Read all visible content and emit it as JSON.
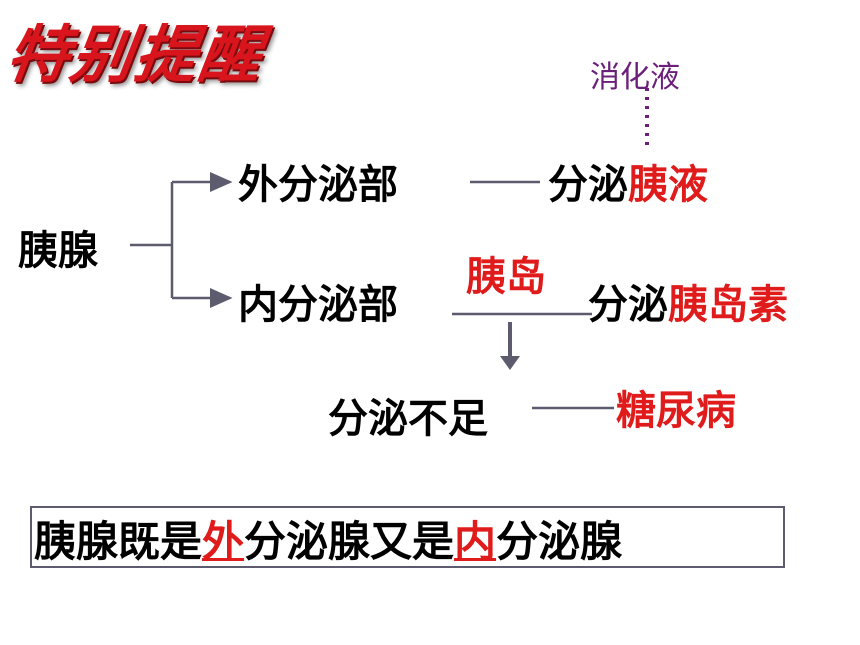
{
  "title": "特别提醒",
  "pancreas": "胰腺",
  "exocrine": {
    "part": "外分泌部",
    "secretes_prefix": "分泌",
    "secretes_product": "胰液",
    "note": "消化液"
  },
  "endocrine": {
    "part": "内分泌部",
    "islet": "胰岛",
    "secretes_prefix": "分泌",
    "secretes_product": "胰岛素",
    "deficiency": "分泌不足",
    "disease": "糖尿病"
  },
  "summary": {
    "part1": "胰腺既是",
    "hl1": "外",
    "part2": "分泌腺又是",
    "hl2": "内",
    "part3": "分泌腺"
  },
  "colors": {
    "accent_red": "#e01b1b",
    "purple": "#6b1f7a",
    "line": "#5c5c6e"
  }
}
